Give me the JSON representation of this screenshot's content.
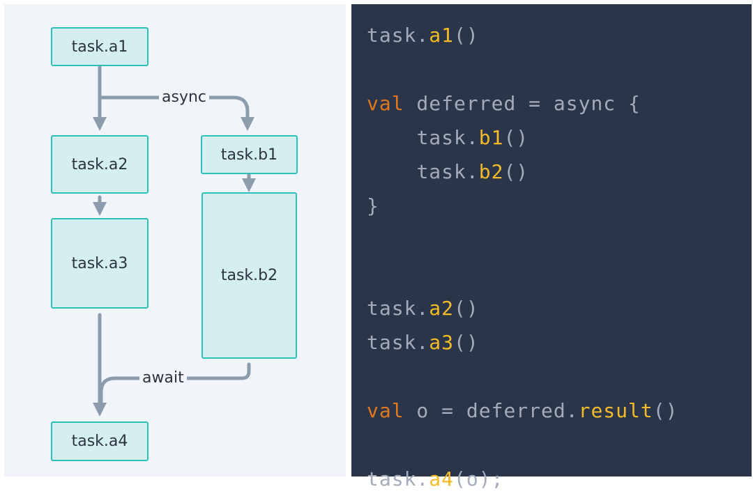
{
  "diagram": {
    "tasks": {
      "a1": "task.a1",
      "a2": "task.a2",
      "a3": "task.a3",
      "a4": "task.a4",
      "b1": "task.b1",
      "b2": "task.b2"
    },
    "labels": {
      "async": "async",
      "await": "await"
    }
  },
  "code": {
    "line1": {
      "obj": "task.",
      "fn": "a1",
      "rest": "()"
    },
    "line3": {
      "kw": "val",
      "mid": " deferred = async {"
    },
    "line4": {
      "indent": "    ",
      "obj": "task.",
      "fn": "b1",
      "rest": "()"
    },
    "line5": {
      "indent": "    ",
      "obj": "task.",
      "fn": "b2",
      "rest": "()"
    },
    "line6": {
      "text": "}"
    },
    "line9": {
      "obj": "task.",
      "fn": "a2",
      "rest": "()"
    },
    "line10": {
      "obj": "task.",
      "fn": "a3",
      "rest": "()"
    },
    "line12": {
      "kw": "val",
      "mid": " o = deferred.",
      "fn": "result",
      "rest": "()"
    },
    "line14": {
      "obj": "task.",
      "fn": "a4",
      "rest": "(o);"
    }
  },
  "colors": {
    "box_fill": "#d5eff0",
    "box_border": "#2bc0b8",
    "arrow": "#8d9cad",
    "code_bg": "#2b354a",
    "code_text": "#a4abba",
    "keyword": "#e2781e",
    "function": "#f5bb27"
  }
}
